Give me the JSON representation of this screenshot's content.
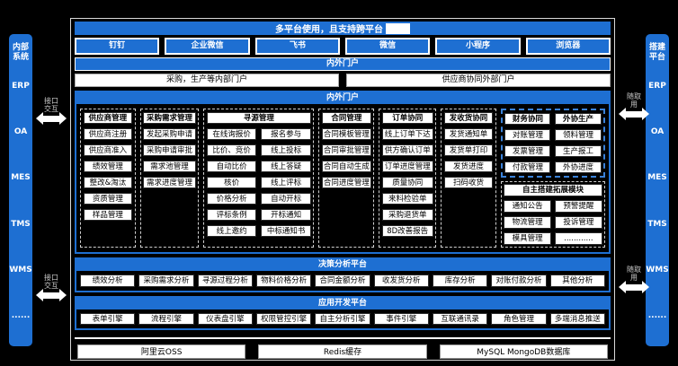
{
  "colors": {
    "primary": "#1E6FD2",
    "group_dash_blue": "#3B82D8",
    "background": "#000000",
    "box_bg": "#FFFFFF"
  },
  "title": {
    "text": "多平台使用，且支持跨平台"
  },
  "left_rail": {
    "title": "内部系统",
    "items": [
      "ERP",
      "OA",
      "MES",
      "TMS",
      "WMS",
      "......"
    ]
  },
  "right_rail": {
    "title": "搭建平台",
    "items": [
      "ERP",
      "OA",
      "MES",
      "TMS",
      "WMS",
      "......"
    ]
  },
  "connectors": {
    "left_label": "接口交互",
    "right_label": "随取用"
  },
  "channels": [
    "钉钉",
    "企业微信",
    "飞书",
    "微信",
    "小程序",
    "浏览器"
  ],
  "portal": {
    "header": "内外门户",
    "internal": "采购，生产等内部门户",
    "external": "供应商协同外部门户"
  },
  "business": {
    "header": "内外门户",
    "groups": [
      {
        "title": "供应商管理",
        "items": [
          "供应商注册",
          "供应商准入",
          "绩效管理",
          "整改&淘汰",
          "资质管理",
          "样品管理"
        ]
      },
      {
        "title": "采购需求管理",
        "items": [
          "发起采购申请",
          "采购申请审批",
          "需求池管理",
          "需求进度管理"
        ]
      },
      {
        "title": "寻源管理",
        "cols": [
          [
            "在线询报价",
            "比价、竞价",
            "自动比价",
            "核价",
            "价格分析",
            "评标条例",
            "线上邀约"
          ],
          [
            "报名参与",
            "线上投标",
            "线上答疑",
            "线上评标",
            "自动开标",
            "开标通知",
            "中标通知书"
          ]
        ]
      },
      {
        "title": "合同管理",
        "items": [
          "合同模板管理",
          "合同审批管理",
          "合同自动生成",
          "合同进度管理"
        ]
      },
      {
        "title": "订单协同",
        "items": [
          "线上订单下达",
          "供方确认订单",
          "订单进度管理",
          "质量协同",
          "来料检验单",
          "采购退货单",
          "8D改善报告"
        ]
      },
      {
        "title": "发收货协同",
        "items": [
          "发货通知单",
          "发货单打印",
          "发货进度",
          "扫码收货"
        ]
      },
      {
        "title": "财务协同",
        "items": [
          "对账管理",
          "发票管理",
          "付款管理"
        ]
      },
      {
        "title": "外协生产",
        "items": [
          "领料管理",
          "生产报工",
          "外协进度"
        ]
      }
    ],
    "extension": {
      "title": "自主搭建拓展模块",
      "items": [
        "通知公告",
        "预警提醒",
        "物流管理",
        "投诉管理",
        "模具管理",
        "............"
      ]
    }
  },
  "decision": {
    "header": "决策分析平台",
    "items": [
      "绩效分析",
      "采购需求分析",
      "寻源过程分析",
      "物料价格分析",
      "合同金额分析",
      "收发货分析",
      "库存分析",
      "对账付款分析",
      "其他分析"
    ]
  },
  "appdev": {
    "header": "应用开发平台",
    "items": [
      "表单引擎",
      "流程引擎",
      "仪表盘引擎",
      "权限管控引擎",
      "自主分析引擎",
      "事件引擎",
      "互联通讯录",
      "角色管理",
      "多端消息推送"
    ]
  },
  "infra": {
    "items": [
      "阿里云OSS",
      "Redis缓存",
      "MySQL MongoDB数据库"
    ]
  }
}
